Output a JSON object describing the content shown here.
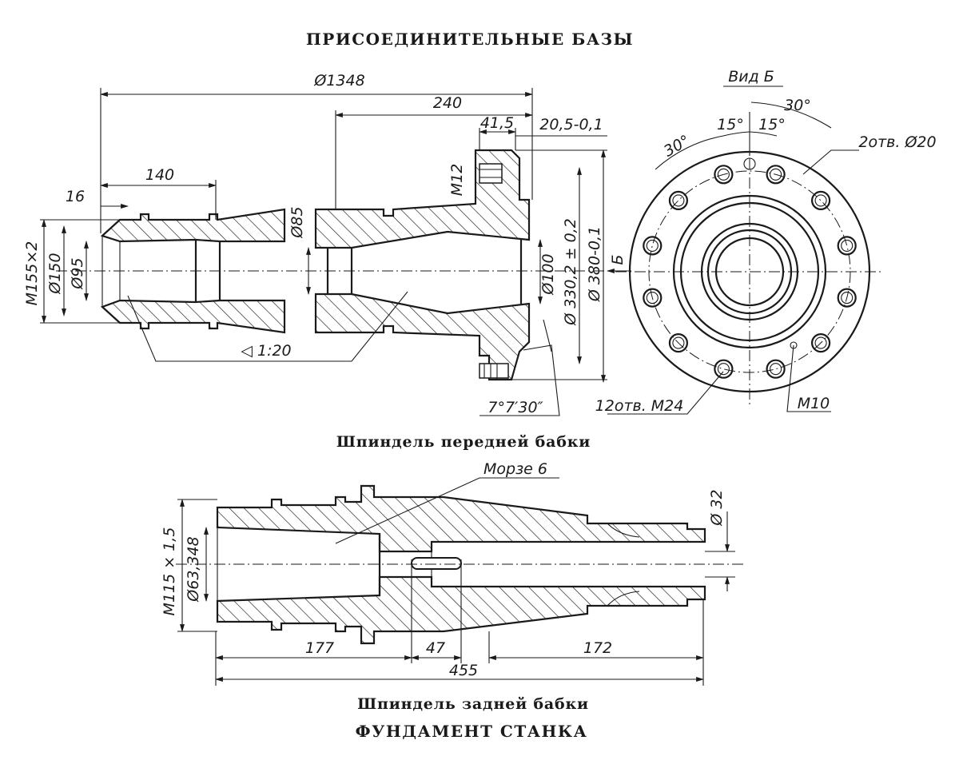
{
  "titles": {
    "top": "ПРИСОЕДИНИТЕЛЬНЫЕ  БАЗЫ",
    "bottom": "ФУНДАМЕНТ  СТАНКА"
  },
  "captions": {
    "front_spindle": "Шпиндель  передней  бабки",
    "tail_spindle": "Шпиндель  задней  бабки"
  },
  "front_spindle": {
    "dims": {
      "overall": "Ø1348",
      "d240": "240",
      "d41": "41,5",
      "d20": "20,5-0,1",
      "d140": "140",
      "d16": "16",
      "m155": "M155×2",
      "d150": "Ø150",
      "d95": "Ø95",
      "d85": "Ø85",
      "m12": "M12",
      "d100": "Ø100",
      "d330": "Ø 330,2 ± 0,2",
      "d380": "Ø 380-0,1",
      "taper": "◁ 1:20",
      "angle": "7°7′30″",
      "b_mark": "Б"
    }
  },
  "view_b": {
    "label": "Вид  Б",
    "dims": {
      "a30_left": "30°",
      "a15_a": "15°",
      "a15_b": "15°",
      "a30_right": "30°",
      "holes20": "2отв. Ø20",
      "holes24": "12отв. M24",
      "m10": "M10"
    }
  },
  "tail_spindle": {
    "dims": {
      "morse": "Морзе  6",
      "d32": "Ø 32",
      "m115": "M115 × 1,5",
      "d63": "Ø63,348",
      "d177": "177",
      "d47": "47",
      "d172": "172",
      "d455": "455"
    }
  }
}
